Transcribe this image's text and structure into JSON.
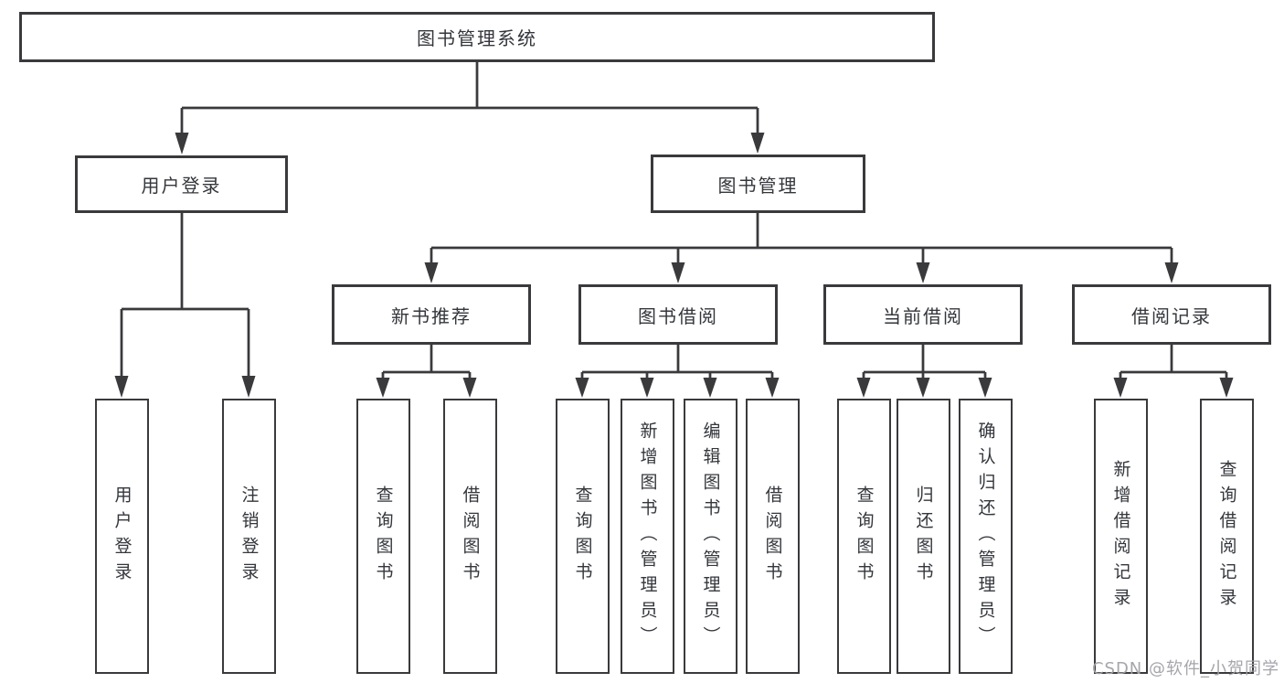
{
  "diagram_type": "hierarchy-tree",
  "colors": {
    "line": "#3a3a3d",
    "box_border": "#3a3a3d",
    "box_fill": "#ffffff",
    "text": "#33363b",
    "watermark": "#a0a0a6",
    "background": "#ffffff"
  },
  "nodes": {
    "root": {
      "label": "图书管理系统"
    },
    "level2": [
      {
        "label": "用户登录"
      },
      {
        "label": "图书管理"
      }
    ],
    "level3": [
      {
        "label": "新书推荐",
        "parent": "图书管理"
      },
      {
        "label": "图书借阅",
        "parent": "图书管理"
      },
      {
        "label": "当前借阅",
        "parent": "图书管理"
      },
      {
        "label": "借阅记录",
        "parent": "图书管理"
      }
    ],
    "leaves": [
      {
        "label": "用户登录",
        "parent": "用户登录"
      },
      {
        "label": "注销登录",
        "parent": "用户登录"
      },
      {
        "label": "查询图书",
        "parent": "新书推荐"
      },
      {
        "label": "借阅图书",
        "parent": "新书推荐"
      },
      {
        "label": "查询图书",
        "parent": "图书借阅"
      },
      {
        "label": "新增图书（管理员）",
        "parent": "图书借阅"
      },
      {
        "label": "编辑图书（管理员）",
        "parent": "图书借阅"
      },
      {
        "label": "借阅图书",
        "parent": "图书借阅"
      },
      {
        "label": "查询图书",
        "parent": "当前借阅"
      },
      {
        "label": "归还图书",
        "parent": "当前借阅"
      },
      {
        "label": "确认归还（管理员）",
        "parent": "当前借阅"
      },
      {
        "label": "新增借阅记录",
        "parent": "借阅记录"
      },
      {
        "label": "查询借阅记录",
        "parent": "借阅记录"
      }
    ]
  },
  "watermark": {
    "text": "CSDN @软件_小贺同学"
  }
}
